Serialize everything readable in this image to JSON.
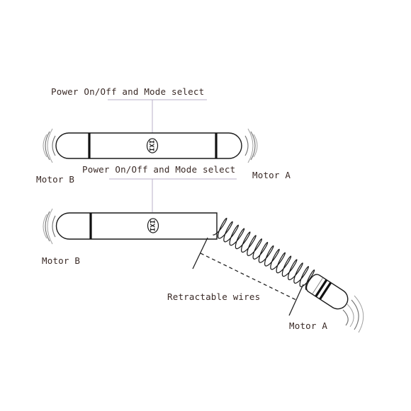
{
  "figure": {
    "top_device": {
      "power_label": "Power On/Off and Mode select",
      "motor_left": "Motor B",
      "motor_right": "Motor A",
      "logo_text": "IXI"
    },
    "bottom_device": {
      "power_label": "Power On/Off and Mode select",
      "motor_left": "Motor B",
      "motor_right": "Motor A",
      "logo_text": "IXI",
      "wires_label": "Retractable wires"
    }
  }
}
